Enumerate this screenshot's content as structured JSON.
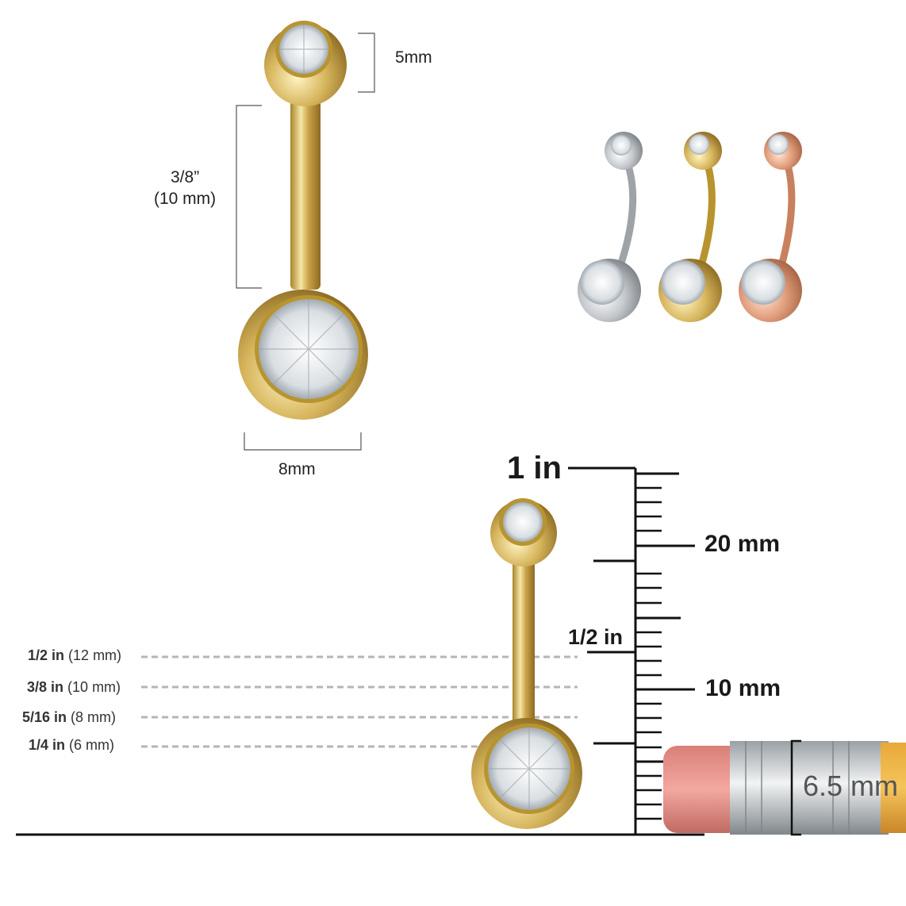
{
  "top_product": {
    "ball_size": "5mm",
    "length_in": "3/8”",
    "length_mm": "(10 mm)",
    "width": "8mm"
  },
  "variants": [
    {
      "finish": "silver",
      "color": "#c9ccd0"
    },
    {
      "finish": "gold",
      "color": "#d8b95a"
    },
    {
      "finish": "rose-gold",
      "color": "#e2a07f"
    }
  ],
  "ruler": {
    "one_inch": "1 in",
    "twenty_mm": "20 mm",
    "half_inch": "1/2 in",
    "ten_mm": "10 mm"
  },
  "gauges": [
    {
      "inch": "1/2 in",
      "mm": "(12 mm)"
    },
    {
      "inch": "3/8 in",
      "mm": "(10 mm)"
    },
    {
      "inch": "5/16 in",
      "mm": "(8 mm)"
    },
    {
      "inch": "1/4 in",
      "mm": "(6 mm)"
    }
  ],
  "pencil": {
    "diameter": "6.5 mm"
  },
  "colors": {
    "gold": "#d9bf62",
    "gem": "#eef2f4",
    "line": "#222222",
    "dashed": "#b5b5b5"
  }
}
